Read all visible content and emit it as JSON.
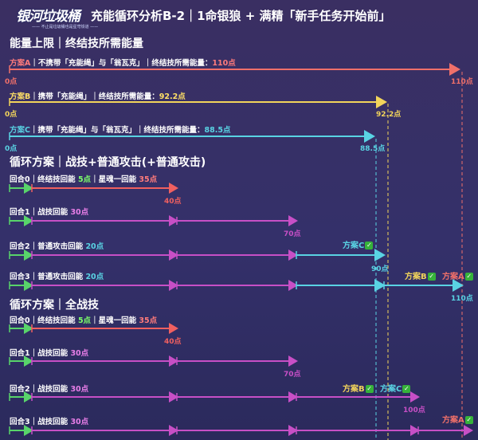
{
  "logo": {
    "name": "银河垃圾桶",
    "sub": "—— 不止是垃圾桶也是星穹铁道 ——"
  },
  "header_title": "充能循环分析B-2｜1命银狼 + 满精「新手任务开始前」",
  "colors": {
    "coral": "#f0706a",
    "yellow": "#f2d45b",
    "cyan": "#59d3e3",
    "green": "#58d46a",
    "magenta": "#c74fc6",
    "pink": "#ff7b7b",
    "red": "#f06060"
  },
  "section1": {
    "title": "能量上限｜终结技所需能量",
    "plans": [
      {
        "label": "方案A",
        "desc": "｜不携带「充能绳」与「翁瓦克」｜终结技所需能量：",
        "value": "110点",
        "start": "0点",
        "end": "110点"
      },
      {
        "label": "方案B",
        "desc": "｜携带「充能绳」｜终结技所需能量：",
        "value": "92.2点",
        "start": "0点",
        "end": "92.2点"
      },
      {
        "label": "方案C",
        "desc": "｜携带「充能绳」与「翁瓦克」｜终结技所需能量：",
        "value": "88.5点",
        "start": "0点",
        "end": "88.5点"
      }
    ]
  },
  "section2": {
    "title": "循环方案｜战技+普通攻击(+普通攻击)",
    "rounds": [
      {
        "round": "回合0",
        "desc": "｜终结技回能 ",
        "v1": "5点",
        "desc2": "｜星魂一回能 ",
        "v2": "35点",
        "end": "40点"
      },
      {
        "round": "回合1",
        "desc": "｜战技回能 ",
        "v1": "30点",
        "end": "70点"
      },
      {
        "round": "回合2",
        "desc": "｜普通攻击回能 ",
        "v1": "20点",
        "end": "90点",
        "badge": "方案C"
      },
      {
        "round": "回合3",
        "desc": "｜普通攻击回能 ",
        "v1": "20点",
        "end": "110点",
        "badge1": "方案B",
        "badge2": "方案A"
      }
    ]
  },
  "section3": {
    "title": "循环方案｜全战技",
    "rounds": [
      {
        "round": "回合0",
        "desc": "｜终结技回能 ",
        "v1": "5点",
        "desc2": "｜星魂一回能 ",
        "v2": "35点",
        "end": "40点"
      },
      {
        "round": "回合1",
        "desc": "｜战技回能 ",
        "v1": "30点",
        "end": "70点"
      },
      {
        "round": "回合2",
        "desc": "｜战技回能 ",
        "v1": "30点",
        "end": "100点",
        "badge1": "方案B",
        "badge2": "方案C"
      },
      {
        "round": "回合3",
        "desc": "｜战技回能 ",
        "v1": "30点",
        "badge": "方案A"
      }
    ]
  }
}
